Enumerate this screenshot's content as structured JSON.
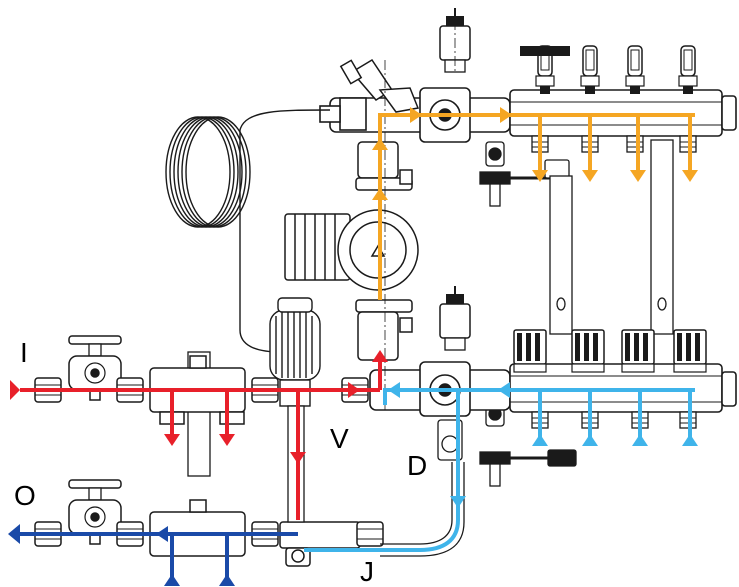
{
  "labels": {
    "inlet": "I",
    "outlet": "O",
    "valve": "V",
    "diverter": "D",
    "junction": "J"
  },
  "colors": {
    "supply_hot": "#e8202a",
    "supply_mixed": "#f5a623",
    "return_cool": "#3fb4ea",
    "return_cold": "#1a4aa8",
    "drawing": "#1a1a1a"
  }
}
